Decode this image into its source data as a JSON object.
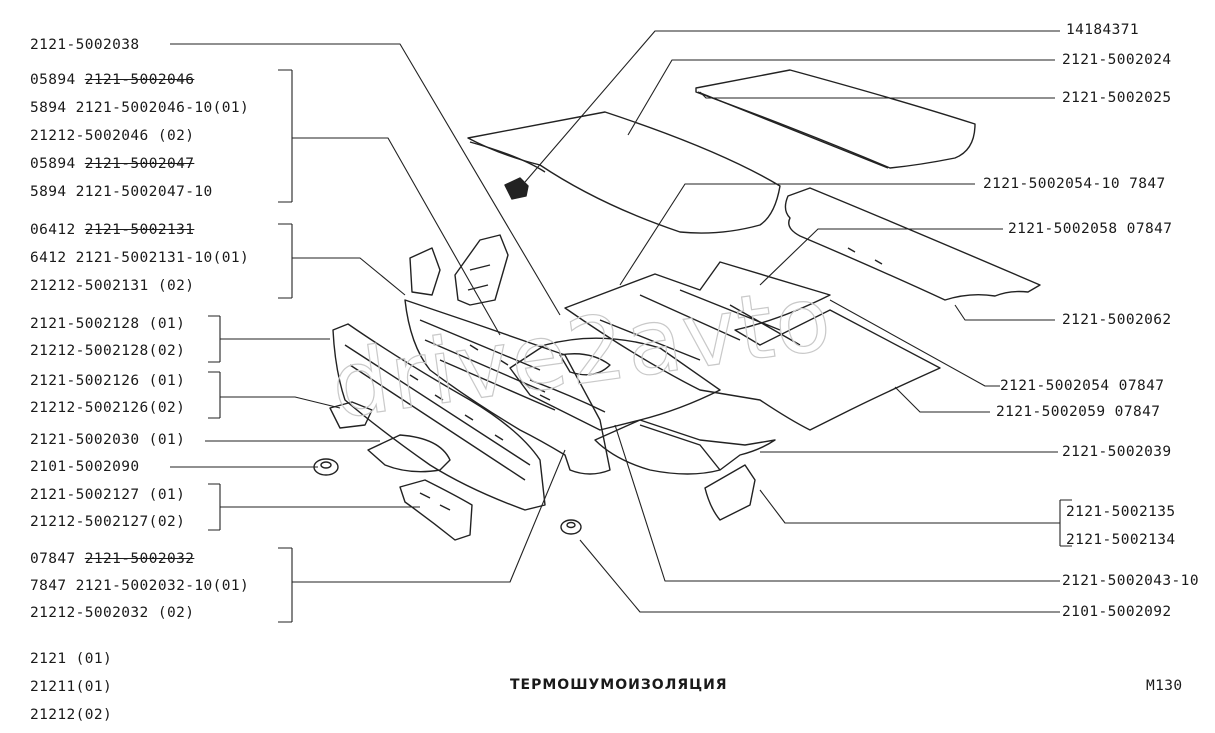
{
  "title": "ТЕРМОШУМОИЗОЛЯЦИЯ",
  "page_code": "M130",
  "watermark": "drive2avto",
  "models": [
    "2121 (01)",
    "21211(01)",
    "21212(02)"
  ],
  "left_labels": [
    {
      "text": "2121-5002038"
    },
    {
      "prefix": "05894 ",
      "text": "2121-5002046"
    },
    {
      "text": "5894 2121-5002046-10(01)"
    },
    {
      "text": "21212-5002046 (02)"
    },
    {
      "prefix": "05894 ",
      "text": "2121-5002047"
    },
    {
      "text": "5894 2121-5002047-10"
    },
    {
      "prefix": "06412 ",
      "text": "2121-5002131"
    },
    {
      "text": "6412 2121-5002131-10(01)"
    },
    {
      "text": "21212-5002131 (02)"
    },
    {
      "text": "2121-5002128 (01)"
    },
    {
      "text": "21212-5002128(02)"
    },
    {
      "text": "2121-5002126 (01)"
    },
    {
      "text": "21212-5002126(02)"
    },
    {
      "text": "2121-5002030 (01)"
    },
    {
      "text": "2101-5002090"
    },
    {
      "text": "2121-5002127 (01)"
    },
    {
      "text": "21212-5002127(02)"
    },
    {
      "prefix": "07847 ",
      "text": "2121-5002032"
    },
    {
      "text": "7847 2121-5002032-10(01)"
    },
    {
      "text": "21212-5002032 (02)"
    }
  ],
  "right_labels": [
    {
      "text": "14184371"
    },
    {
      "text": "2121-5002024"
    },
    {
      "text": "2121-5002025"
    },
    {
      "text": "2121-5002054-10 7847"
    },
    {
      "text": "2121-5002058 07847"
    },
    {
      "text": "2121-5002062"
    },
    {
      "text": "2121-5002054 07847"
    },
    {
      "text": "2121-5002059 07847"
    },
    {
      "text": "2121-5002039"
    },
    {
      "text": "2121-5002135"
    },
    {
      "text": "2121-5002134"
    },
    {
      "text": "2121-5002043-10"
    },
    {
      "text": "2101-5002092"
    }
  ]
}
